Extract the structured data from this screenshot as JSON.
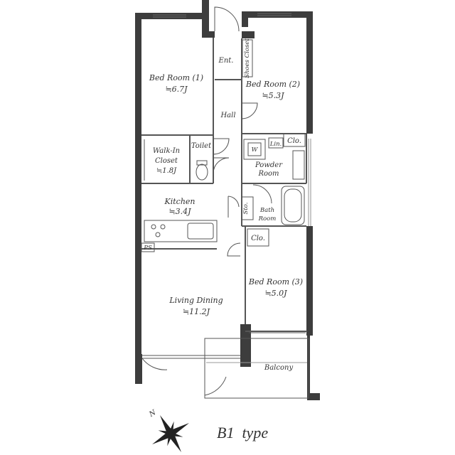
{
  "colors": {
    "wall": "#3d3d3d",
    "line": "#555555",
    "text": "#333333",
    "background": "#ffffff"
  },
  "rooms": {
    "bed1_name": "Bed Room (1)",
    "bed1_area": "≒6.7J",
    "bed2_name": "Bed Room (2)",
    "bed2_area": "≒5.3J",
    "bed3_name": "Bed Room (3)",
    "bed3_area": "≒5.0J",
    "walkin_name_1": "Walk-In",
    "walkin_name_2": "Closet",
    "walkin_area": "≒1.8J",
    "kitchen_name": "Kitchen",
    "kitchen_area": "≒3.4J",
    "living_name": "Living Dining",
    "living_area": "≒11.2J",
    "toilet": "Toilet",
    "hall": "Hall",
    "entrance": "Ent.",
    "shoes_closet": "Shoes Closet",
    "closet_a": "Clo.",
    "closet_b": "Clo.",
    "linen": "Lin.",
    "washer": "W",
    "powder_1": "Powder",
    "powder_2": "Room",
    "bath_1": "Bath",
    "bath_2": "Room",
    "storage": "Sto.",
    "pipe_space": "PS",
    "balcony": "Balcony"
  },
  "compass": {
    "north_letter": "N",
    "icon": "compass-rose-icon"
  },
  "plan_type": "B1  type"
}
